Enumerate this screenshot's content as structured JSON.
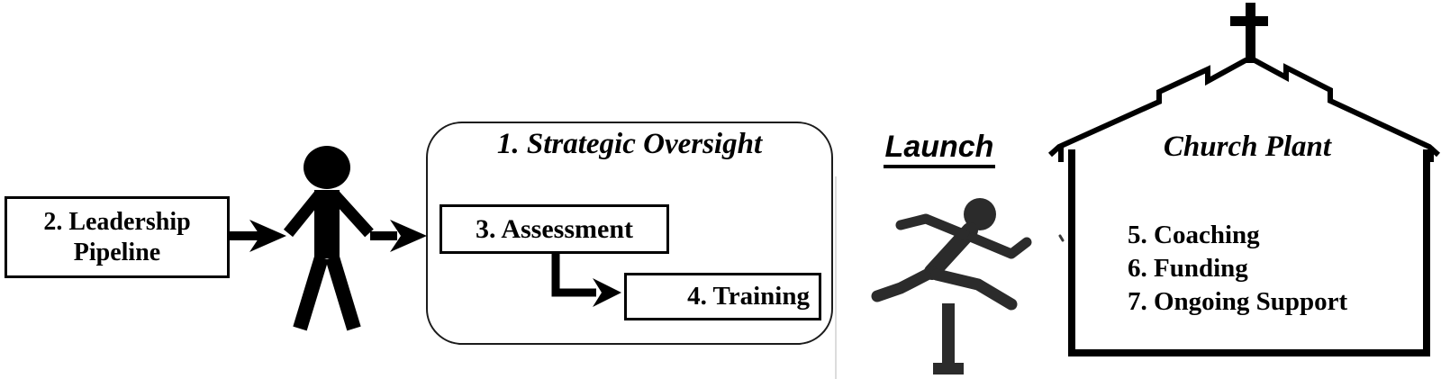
{
  "boxes": {
    "leadership": {
      "line1": "2. Leadership",
      "line2": "Pipeline"
    },
    "oversight_title": "1. Strategic Oversight",
    "assessment": "3. Assessment",
    "training": "4. Training"
  },
  "launch": {
    "label": "Launch"
  },
  "church": {
    "title": "Church Plant",
    "items": [
      "5. Coaching",
      "6. Funding",
      "7. Ongoing Support"
    ]
  },
  "icons": {
    "person": "person-icon",
    "hurdler": "hurdler-icon",
    "hurdle": "hurdle-icon",
    "church_building": "church-building-icon",
    "cross": "cross-icon",
    "arrow_1": "arrow-right-icon",
    "arrow_2": "arrow-right-icon",
    "elbow_arrow": "elbow-arrow-icon"
  },
  "colors": {
    "ink": "#000000",
    "hurdler_gray": "#2b2b2b",
    "divider_gray": "#dcdcdc",
    "background": "#ffffff"
  }
}
